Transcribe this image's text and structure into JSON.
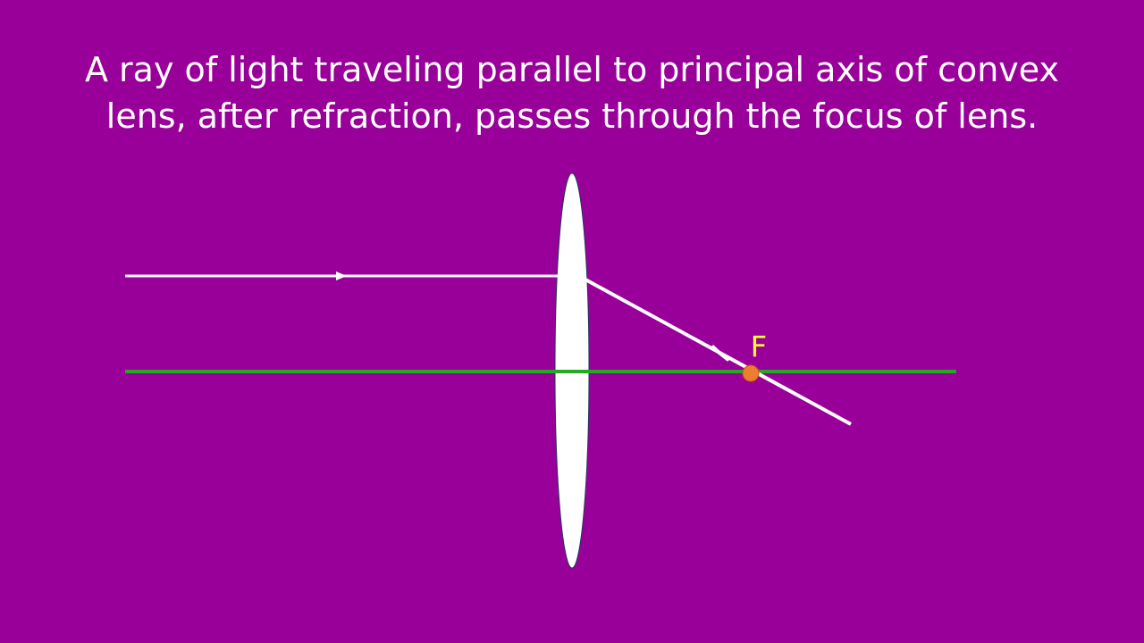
{
  "slide": {
    "background": "#990099",
    "title_line1": "A ray of light traveling parallel to principal axis of convex",
    "title_line2": "lens, after refraction, passes through the focus of lens."
  },
  "diagram": {
    "focus_label": "F",
    "colors": {
      "principal_axis": "#22aa22",
      "ray": "#ffffff",
      "lens": "#ffffff",
      "focus_point": "#ed7d31",
      "focus_label": "#ffff33"
    },
    "elements": [
      "convex-lens",
      "principal-axis",
      "incident-ray",
      "refracted-ray",
      "focus-point"
    ]
  }
}
